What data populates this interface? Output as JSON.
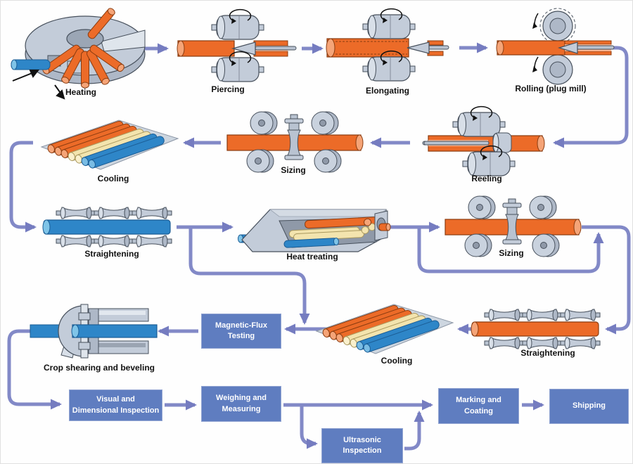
{
  "diagram_type": "process-flow",
  "subject": "seamless pipe manufacturing process flow",
  "colors": {
    "arrow": "#8289c7",
    "arrow_head": "#757cc0",
    "process_box_fill": "#5f7dc0",
    "process_box_border": "#93a5d2",
    "process_box_text": "#ffffff",
    "station_label_text": "#111111",
    "tube_orange": "#ec6b28",
    "tube_orange_light": "#f5a477",
    "tube_blue": "#2e86c8",
    "tube_blue_light": "#7fc4e8",
    "tube_cream": "#f3e4ae",
    "machine_gray": "#c3ccd9",
    "machine_gray_dark": "#aeb8c7",
    "outline": "#47505c",
    "background": "#fefefe"
  },
  "stations": [
    {
      "id": "heating",
      "label": "Heating"
    },
    {
      "id": "piercing",
      "label": "Piercing"
    },
    {
      "id": "elongating",
      "label": "Elongating"
    },
    {
      "id": "rolling-plug-mill",
      "label": "Rolling (plug mill)"
    },
    {
      "id": "reeling",
      "label": "Reeling"
    },
    {
      "id": "sizing-1",
      "label": "Sizing"
    },
    {
      "id": "cooling-1",
      "label": "Cooling"
    },
    {
      "id": "straightening-1",
      "label": "Straightening"
    },
    {
      "id": "heat-treating",
      "label": "Heat treating"
    },
    {
      "id": "sizing-2",
      "label": "Sizing"
    },
    {
      "id": "straightening-2",
      "label": "Straightening"
    },
    {
      "id": "cooling-2",
      "label": "Cooling"
    },
    {
      "id": "crop-shearing",
      "label": "Crop shearing and beveling"
    }
  ],
  "process_boxes": [
    {
      "id": "magnetic-flux-testing",
      "lines": [
        "Magnetic-Flux",
        "Testing"
      ]
    },
    {
      "id": "visual-dimensional-inspection",
      "lines": [
        "Visual and",
        "Dimensional Inspection"
      ]
    },
    {
      "id": "weighing-measuring",
      "lines": [
        "Weighing and",
        "Measuring"
      ]
    },
    {
      "id": "ultrasonic-inspection",
      "lines": [
        "Ultrasonic",
        "Inspection"
      ]
    },
    {
      "id": "marking-coating",
      "lines": [
        "Marking and",
        "Coating"
      ]
    },
    {
      "id": "shipping",
      "lines": [
        "Shipping"
      ]
    }
  ]
}
